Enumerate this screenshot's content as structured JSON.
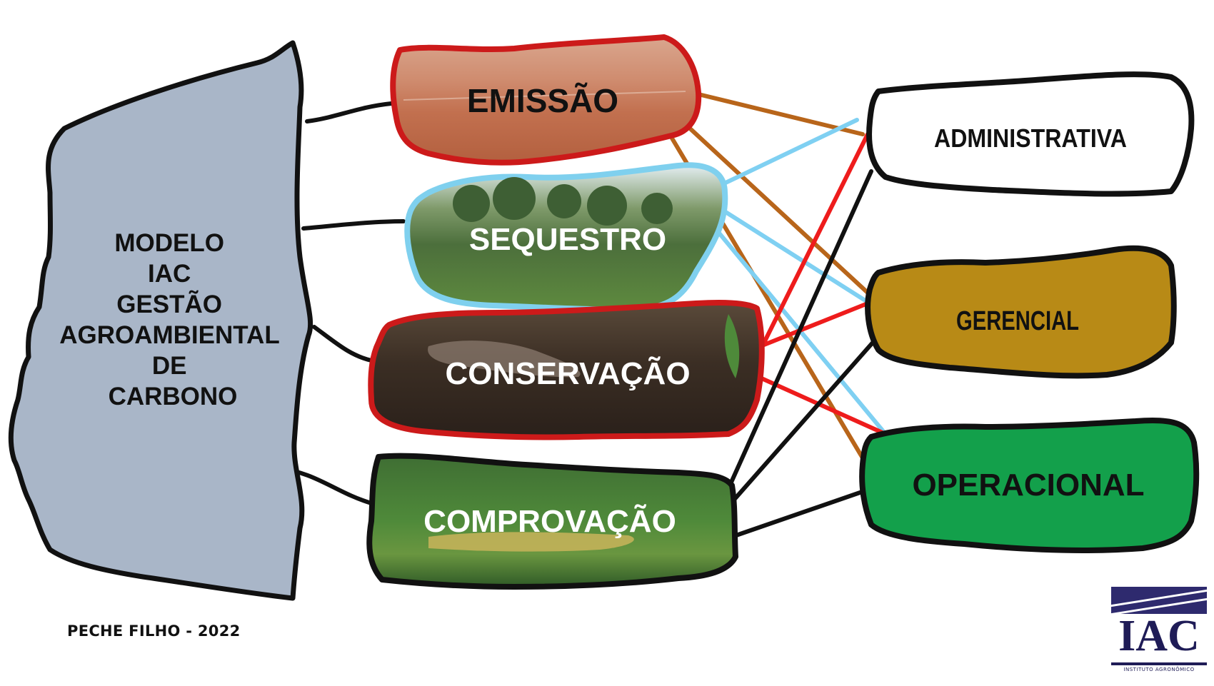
{
  "model": {
    "lines": [
      "MODELO",
      "IAC",
      "GESTÃO",
      "AGROAMBIENTAL",
      "DE",
      "CARBONO"
    ]
  },
  "stages": {
    "emissao": "EMISSÃO",
    "sequestro": "SEQUESTRO",
    "conservacao": "CONSERVAÇÃO",
    "comprovacao": "COMPROVAÇÃO"
  },
  "levels": {
    "administrativa": "ADMINISTRATIVA",
    "gerencial": "GERENCIAL",
    "operacional": "OPERACIONAL"
  },
  "credit": "PECHE FILHO - 2022",
  "logo": {
    "text": "IAC",
    "subtitle": "INSTITUTO AGRONÔMICO"
  },
  "colors": {
    "model_fill": "#a9b6c8",
    "emissao_border": "#cc1a1a",
    "sequestro_border": "#7fd0ee",
    "conservacao_border": "#cc1a1a",
    "comprovacao_border": "#111111",
    "gerencial_fill": "#b88a16",
    "operacional_fill": "#13a04b",
    "link_brown": "#b8651a",
    "link_blue": "#7fd0f2",
    "link_red": "#ee1c1c",
    "link_black": "#111111"
  }
}
